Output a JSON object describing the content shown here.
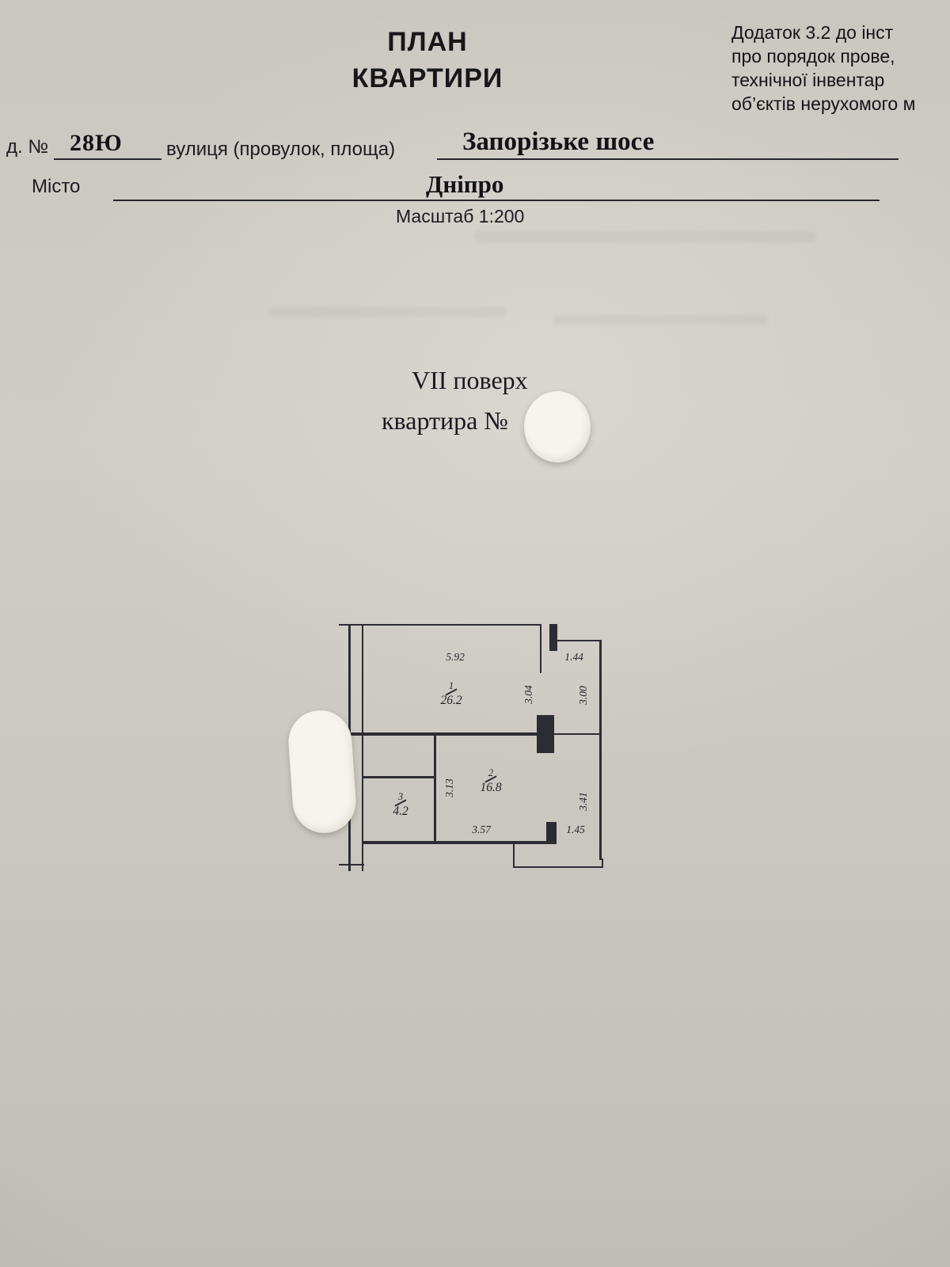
{
  "page": {
    "bg": "#ccc9c2",
    "ink": "#1e1e22",
    "line_color": "#2c2c33"
  },
  "header": {
    "title_line1": "ПЛАН",
    "title_line2": "КВАРТИРИ",
    "corner_lines": [
      "Додаток 3.2 до інст",
      "про порядок прове,",
      "технічної інвентар",
      "об’єктів нерухомого м"
    ]
  },
  "form": {
    "house_label": "д. №",
    "house_value": "28Ю",
    "street_label": "вулиця (провулок, площа)",
    "street_value": "Запорізьке шосе",
    "city_label": "Місто",
    "city_value": "Дніпро",
    "scale_label": "Масштаб 1:200"
  },
  "subject": {
    "floor": "VII поверх",
    "apartment": "квартира №"
  },
  "plan": {
    "rooms": [
      {
        "number": "1",
        "area": "26.2"
      },
      {
        "number": "2",
        "area": "16.8"
      },
      {
        "number": "3",
        "area": "4.2"
      }
    ],
    "dims": {
      "top_width": "5.92",
      "top_right_width": "1.44",
      "room1_height": "3.04",
      "right_upper_height": "3.00",
      "room2_height": "3.13",
      "right_lower_height": "3.41",
      "room2_width": "3.57",
      "bottom_right_width": "1.45"
    }
  }
}
